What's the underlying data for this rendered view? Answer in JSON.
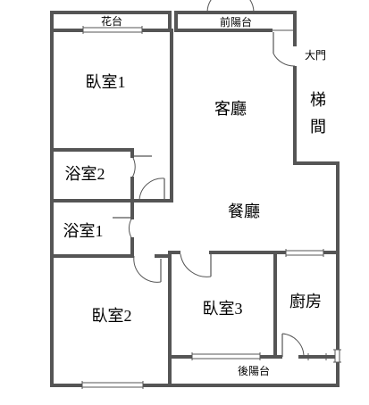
{
  "rooms": {
    "flower_bed": "花台",
    "front_balcony": "前陽台",
    "main_door": "大門",
    "stair_top": "梯",
    "stair_bottom": "間",
    "bedroom1": "臥室1",
    "living_room": "客廳",
    "bathroom2": "浴室2",
    "dining_room": "餐廳",
    "bathroom1": "浴室1",
    "bedroom3": "臥室3",
    "kitchen": "廚房",
    "bedroom2": "臥室2",
    "rear_balcony": "後陽台"
  },
  "colors": {
    "wall": "#555555",
    "background": "#ffffff",
    "text": "#000000"
  }
}
